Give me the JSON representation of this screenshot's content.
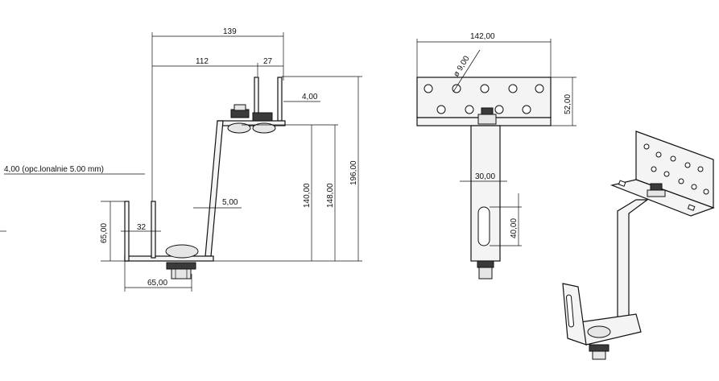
{
  "dimensions": {
    "side_view": {
      "overall_width": "139",
      "inner_width": "112",
      "top_offset": "27",
      "top_thickness": "4,00",
      "bottom_note": "4,00 (opc.lonalnie 5.00 mm)",
      "slot_gap": "32",
      "bend_thickness": "5,00",
      "height_140": "140,00",
      "height_148": "148,00",
      "height_196": "196,00",
      "left_height": "65,00",
      "base_width": "65,00"
    },
    "front_view": {
      "plate_width": "142,00",
      "hole_diameter": "ø 9,00",
      "plate_height": "52,00",
      "stem_width": "30,00",
      "slot_length": "40,00"
    }
  },
  "colors": {
    "line": "#111111",
    "metal": "#f4f4f4",
    "steel_dark": "#3a3a3a"
  }
}
